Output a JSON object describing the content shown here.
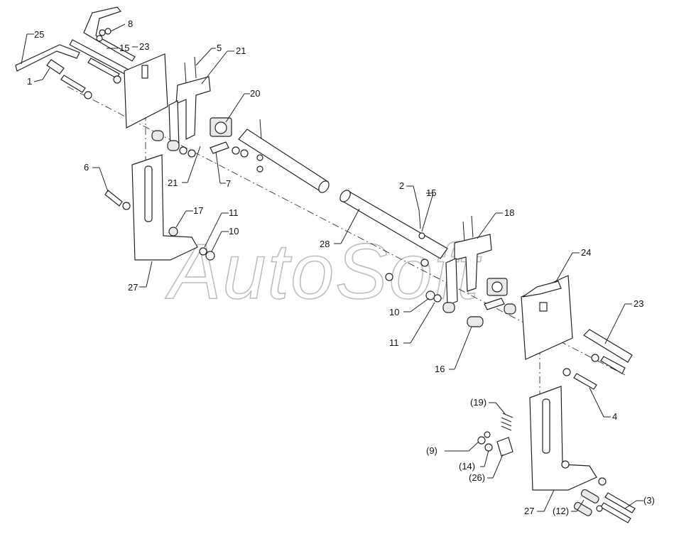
{
  "watermark": "AutoSoft",
  "labels": [
    {
      "id": "l25",
      "text": "25"
    },
    {
      "id": "l8",
      "text": "8"
    },
    {
      "id": "l15a",
      "text": "15"
    },
    {
      "id": "l23a",
      "text": "23"
    },
    {
      "id": "l1",
      "text": "1"
    },
    {
      "id": "l5",
      "text": "5"
    },
    {
      "id": "l21a",
      "text": "21"
    },
    {
      "id": "l20",
      "text": "20"
    },
    {
      "id": "l21b",
      "text": "21"
    },
    {
      "id": "l7",
      "text": "7"
    },
    {
      "id": "l6",
      "text": "6"
    },
    {
      "id": "l17",
      "text": "17"
    },
    {
      "id": "l11a",
      "text": "11"
    },
    {
      "id": "l10a",
      "text": "10"
    },
    {
      "id": "l27a",
      "text": "27"
    },
    {
      "id": "l2",
      "text": "2"
    },
    {
      "id": "l15b",
      "text": "15"
    },
    {
      "id": "l28",
      "text": "28"
    },
    {
      "id": "l18",
      "text": "18"
    },
    {
      "id": "l24",
      "text": "24"
    },
    {
      "id": "l23b",
      "text": "23"
    },
    {
      "id": "l10b",
      "text": "10"
    },
    {
      "id": "l11b",
      "text": "11"
    },
    {
      "id": "l16",
      "text": "16"
    },
    {
      "id": "l4",
      "text": "4"
    },
    {
      "id": "l19",
      "text": "(19)"
    },
    {
      "id": "l9",
      "text": "(9)"
    },
    {
      "id": "l14",
      "text": "(14)"
    },
    {
      "id": "l26",
      "text": "(26)"
    },
    {
      "id": "l3",
      "text": "(3)"
    },
    {
      "id": "l27b",
      "text": "27"
    },
    {
      "id": "l12",
      "text": "(12)"
    }
  ]
}
